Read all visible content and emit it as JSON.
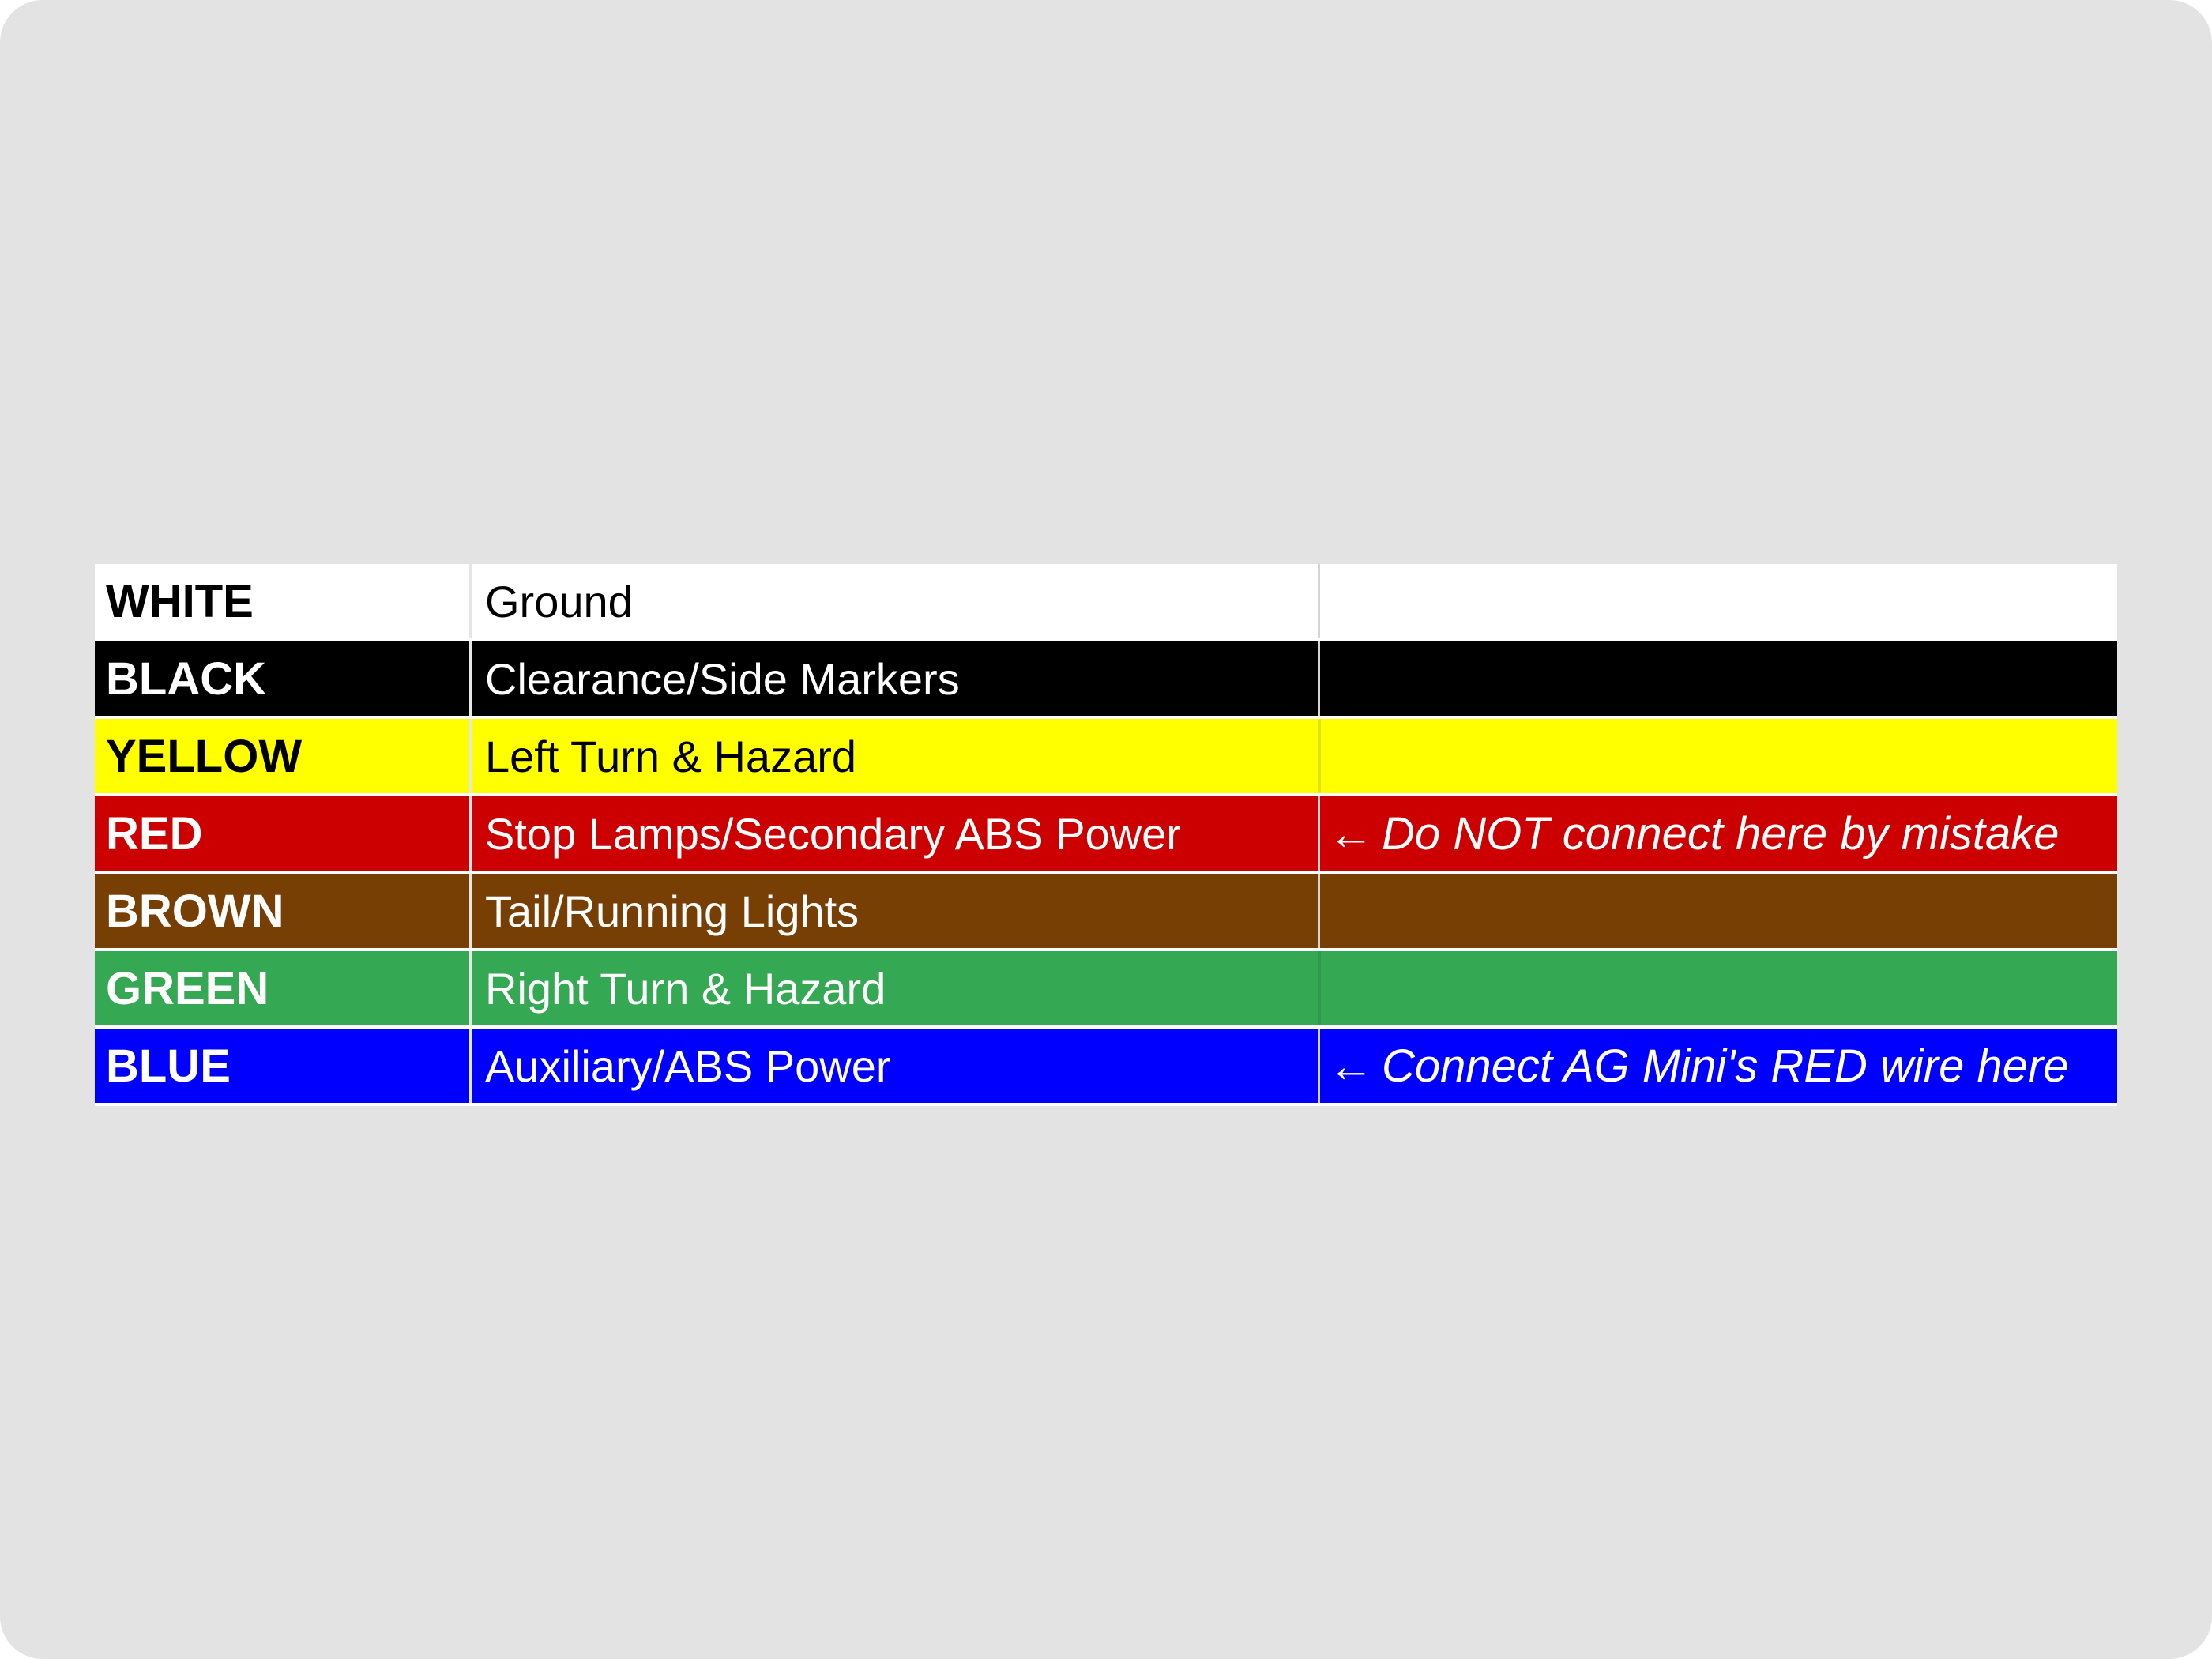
{
  "colors": {
    "background": "#e3e3e3",
    "white": "#ffffff",
    "black": "#000000",
    "yellow": "#ffff00",
    "red": "#cc0000",
    "brown": "#783f04",
    "green": "#34a853",
    "blue": "#0000ff"
  },
  "rows": [
    {
      "color": "WHITE",
      "function": "Ground",
      "arrow": "",
      "note": ""
    },
    {
      "color": "BLACK",
      "function": "Clearance/Side Markers",
      "arrow": "",
      "note": ""
    },
    {
      "color": "YELLOW",
      "function": "Left Turn & Hazard",
      "arrow": "",
      "note": ""
    },
    {
      "color": "RED",
      "function": "Stop Lamps/Secondary ABS Power",
      "arrow": "←",
      "note": "Do NOT connect here by mistake"
    },
    {
      "color": "BROWN",
      "function": "Tail/Running Lights",
      "arrow": "",
      "note": ""
    },
    {
      "color": "GREEN",
      "function": "Right Turn & Hazard",
      "arrow": "",
      "note": ""
    },
    {
      "color": "BLUE",
      "function": "Auxiliary/ABS Power",
      "arrow": "←",
      "note": "Connect AG Mini's RED wire here"
    }
  ]
}
